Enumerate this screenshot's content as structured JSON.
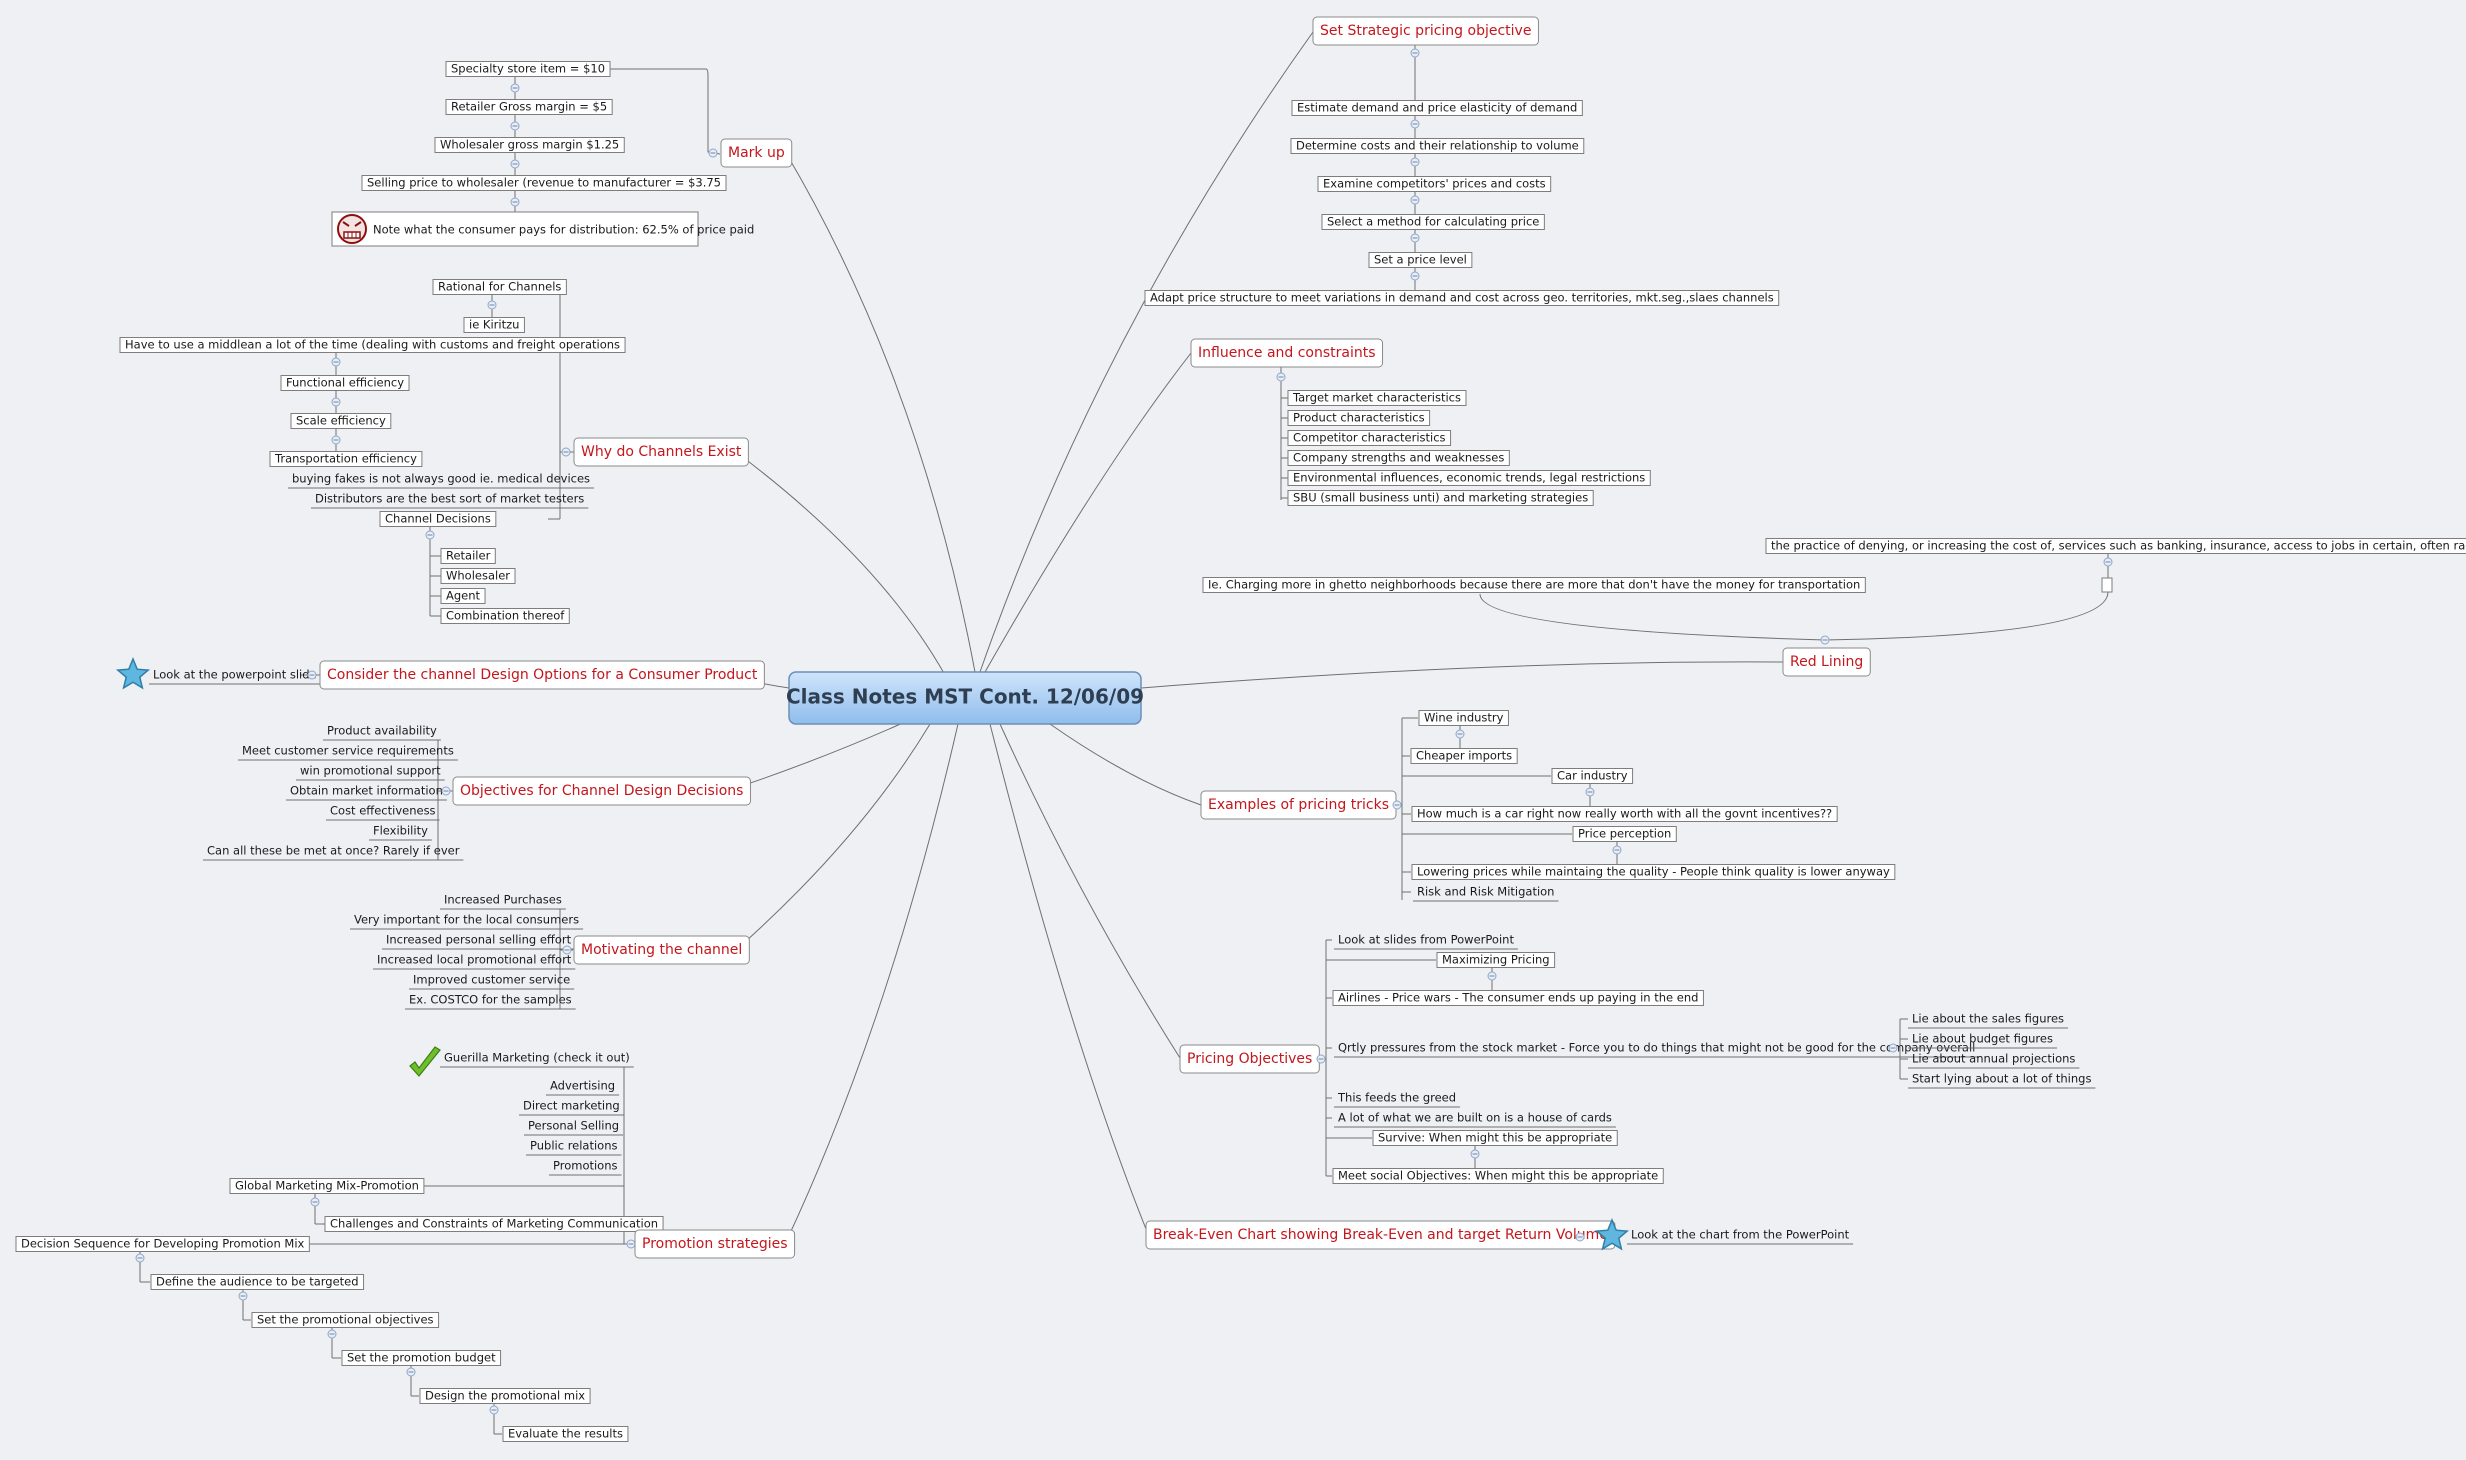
{
  "center": {
    "label": "Class Notes MST Cont. 12/06/09"
  },
  "branches": [
    {
      "id": "markup",
      "label": "Mark up"
    },
    {
      "id": "why",
      "label": "Why do Channels Exist"
    },
    {
      "id": "consider",
      "label": "Consider the channel Design Options for a Consumer Product"
    },
    {
      "id": "objectives",
      "label": "Objectives for Channel Design Decisions"
    },
    {
      "id": "motivating",
      "label": "Motivating the channel"
    },
    {
      "id": "promotion",
      "label": "Promotion strategies"
    },
    {
      "id": "strategic",
      "label": "Set Strategic pricing objective"
    },
    {
      "id": "influence",
      "label": "Influence and constraints"
    },
    {
      "id": "redlining",
      "label": "Red Lining"
    },
    {
      "id": "tricks",
      "label": "Examples of pricing tricks"
    },
    {
      "id": "pricingobj",
      "label": "Pricing Objectives"
    },
    {
      "id": "breakeven",
      "label": "Break-Even Chart showing Break-Even and target Return Volume"
    }
  ],
  "nodes": {
    "mk1": "Specialty store item = $10",
    "mk2": "Retailer Gross margin = $5",
    "mk3": "Wholesaler gross margin $1.25",
    "mk4": "Selling price to wholesaler (revenue to manufacturer = $3.75",
    "mk5": "Note what the consumer pays for distribution: 62.5% of price paid",
    "wh1": "Rational for Channels",
    "wh2": "ie Kiritzu",
    "wh3": "Have to use a middlean a lot of the time (dealing with customs and freight operations",
    "wh4": "Functional efficiency",
    "wh5": "Scale efficiency",
    "wh6": "Transportation efficiency",
    "wh7": "buying fakes is not always good ie. medical devices",
    "wh8": "Distributors are the best sort of market testers",
    "wh9": "Channel Decisions",
    "wh10": "Retailer",
    "wh11": "Wholesaler",
    "wh12": "Agent",
    "wh13": "Combination thereof",
    "co1": "Look at the powerpoint slide",
    "ob1": "Product availability",
    "ob2": "Meet customer service requirements",
    "ob3": "win promotional support",
    "ob4": "Obtain market information",
    "ob5": "Cost effectiveness",
    "ob6": "Flexibility",
    "ob7": "Can all these be met at once? Rarely if ever",
    "mo1": "Increased Purchases",
    "mo2": "Very important for the local consumers",
    "mo3": "Increased personal selling effort",
    "mo4": "Increased local promotional effort",
    "mo5": "Improved customer service",
    "mo6": "Ex. COSTCO for the samples",
    "pr1": "Guerilla Marketing (check it out)",
    "pr2": "Advertising",
    "pr3": "Direct marketing",
    "pr4": "Personal Selling",
    "pr5": "Public relations",
    "pr6": "Promotions",
    "pr7": "Global Marketing Mix-Promotion",
    "pr8": "Challenges and Constraints of Marketing Communication",
    "pr9": "Decision Sequence for Developing Promotion Mix",
    "pr10": "Define the audience to be targeted",
    "pr11": "Set the promotional objectives",
    "pr12": "Set the promotion budget",
    "pr13": "Design the promotional mix",
    "pr14": "Evaluate the results",
    "st1": "Estimate demand and price elasticity of demand",
    "st2": "Determine costs and their relationship to volume",
    "st3": "Examine competitors' prices and costs",
    "st4": "Select a method for calculating price",
    "st5": "Set a price level",
    "st6": "Adapt price structure to meet variations in demand and cost across geo. territories, mkt.seg.,slaes channels",
    "in1": "Target market characteristics",
    "in2": "Product characteristics",
    "in3": "Competitor characteristics",
    "in4": "Company strengths and weaknesses",
    "in5": "Environmental influences, economic trends, legal restrictions",
    "in6": "SBU (small business unti) and marketing strategies",
    "rl1": "the practice of denying, or increasing the cost of, services such as banking, insurance, access to jobs in certain, often racially determined,",
    "rl2": "Ie. Charging more in ghetto neighborhoods because there are more that don't have the money for transportation",
    "ex1": "Wine industry",
    "ex2": "Cheaper imports",
    "ex3": "Car industry",
    "ex4": "How much is a car right now really worth with all the govnt incentives??",
    "ex5": "Price perception",
    "ex6": "Lowering prices while maintaing the quality - People think quality is lower anyway",
    "ex7": "Risk and Risk Mitigation",
    "po1": "Look at slides from PowerPoint",
    "po2": "Maximizing Pricing",
    "po3": "Airlines - Price wars - The consumer ends up paying in the end",
    "po4": "Qrtly pressures from the stock market - Force you to do things that might not be good for the company overall",
    "po5": "Lie about the sales figures",
    "po6": "Lie about budget figures",
    "po7": "Lie about annual projections",
    "po8": "Start lying about a lot of things",
    "po9": "This feeds the greed",
    "po10": "A lot of what we are built on is a house of cards",
    "po11": "Survive: When might this be appropriate",
    "po12": "Meet social Objectives: When might this be appropriate",
    "be1": "Look at the chart from the PowerPoint"
  },
  "icons": {
    "star": "star-icon",
    "check": "checkmark-icon",
    "angry": "angry-face-icon"
  },
  "colors": {
    "branch_text": "#c4161c",
    "center_fill": "#a9cdf2",
    "center_text": "#2f3e50"
  }
}
